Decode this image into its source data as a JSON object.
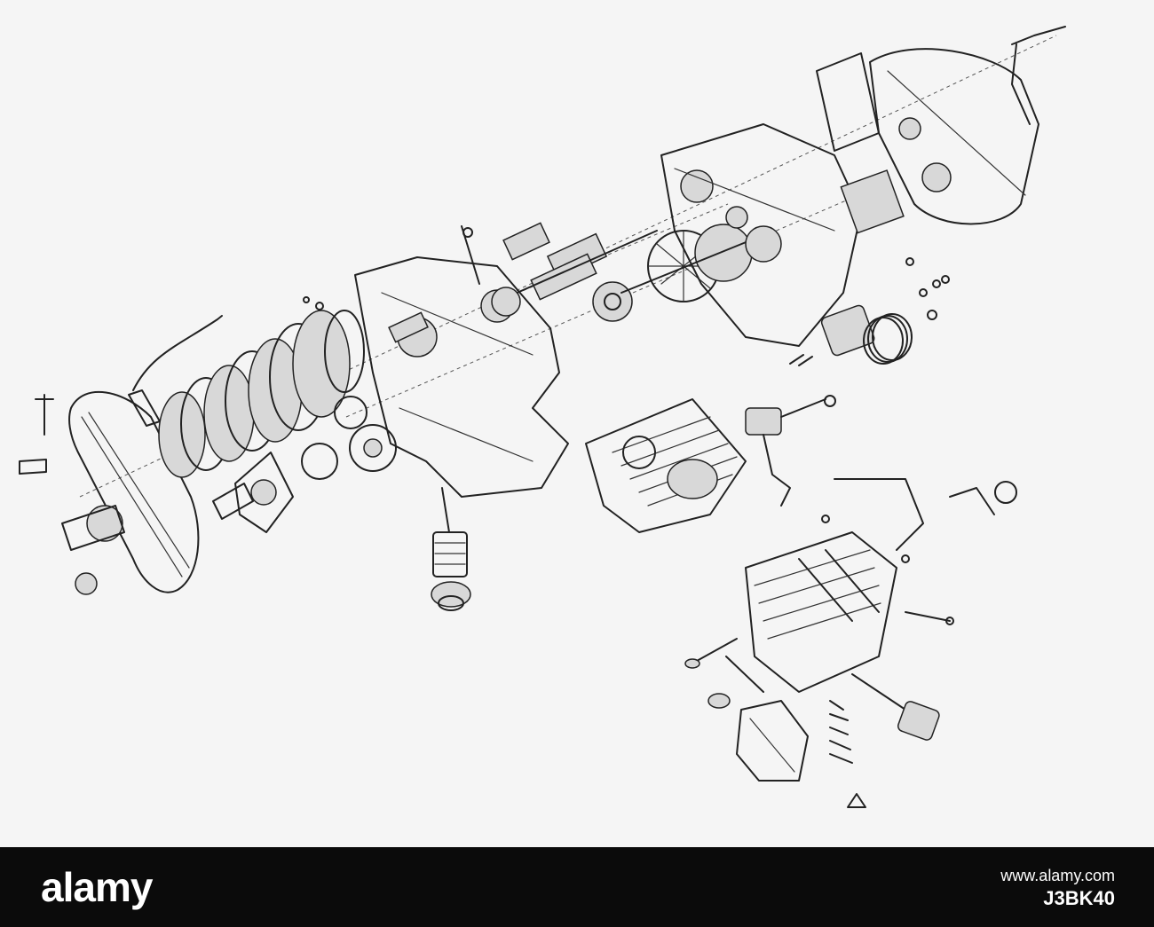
{
  "footer": {
    "brand": "alamy",
    "image_id": "J3BK40",
    "url": "www.alamy.com"
  },
  "colors": {
    "footer_background": "#0b0b0b",
    "diagram_background": "#f5f5f5",
    "ink": "#222222"
  }
}
